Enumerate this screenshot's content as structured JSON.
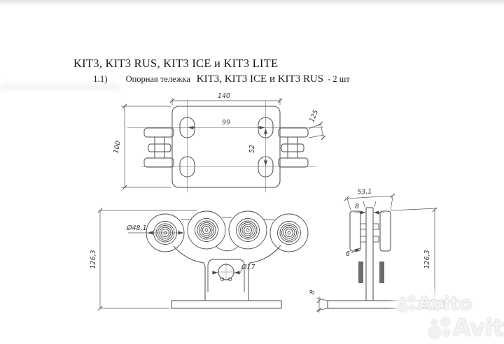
{
  "header": {
    "title": "KIT3, KIT3 RUS, KIT3 ICE и KIT3 LITE",
    "item": {
      "index": "1.1)",
      "label": "Опорная тележка",
      "models": "KIT3, KIT3 ICE и KIT3 RUS",
      "quantity": "- 2 шт"
    }
  },
  "drawing": {
    "line_color": "#4a4a4a",
    "top_view": {
      "dim_width": "140",
      "dim_hole_pitch_x": "99",
      "dim_offset": "125",
      "dim_depth": "100",
      "dim_hole_pitch_y": "52"
    },
    "front_view": {
      "dim_roller_diameter": "Ø48,1",
      "dim_shaft_diameter": "Ø17",
      "dim_height": "126,3"
    },
    "side_view": {
      "dim_width": "53,1",
      "dim_plate_thickness": "8",
      "dim_flange": "6",
      "dim_height": "126,3",
      "dim_base_thickness": "8"
    }
  },
  "watermarks": {
    "first": "Avito",
    "second": "Avito"
  }
}
